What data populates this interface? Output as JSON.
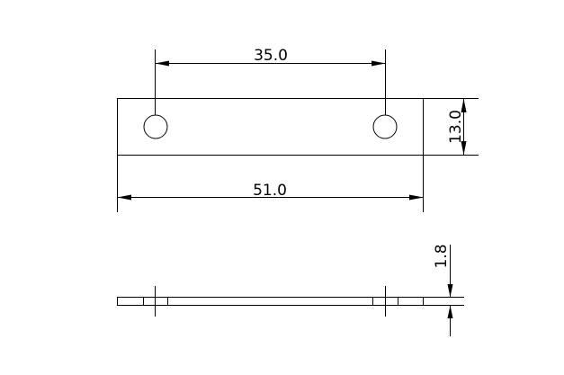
{
  "drawing": {
    "line_color": "#000000",
    "background": "#ffffff",
    "dimensions": {
      "hole_spacing": "35.0",
      "overall_length": "51.0",
      "width": "13.0",
      "thickness": "1.8"
    }
  }
}
